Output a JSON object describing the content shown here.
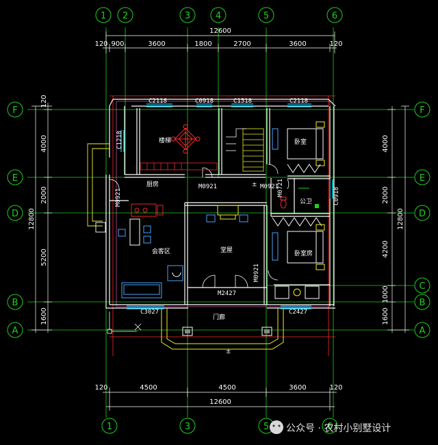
{
  "colors": {
    "background": "#000000",
    "axis_line": "#1fd11f",
    "dimension": "#ffffff",
    "wall": "#ffffff",
    "window": "#00d8ff",
    "opening": "#f2ef2e",
    "furniture": "#4aa3ff",
    "stair": "#f2ef2e",
    "red_line": "#ff2a2a",
    "pink": "#ff66cc",
    "room_text": "#ffffff"
  },
  "axes": {
    "vertical": [
      "1",
      "2",
      "3",
      "4",
      "5",
      "6"
    ],
    "vertical_bottom": [
      "1",
      "3",
      "5",
      "6"
    ],
    "horizontal": [
      "F",
      "E",
      "D",
      "C",
      "B",
      "A"
    ],
    "horizontal_left": [
      "F",
      "E",
      "D",
      "B",
      "A"
    ]
  },
  "dimensions": {
    "top_total": "12600",
    "top_segments": [
      "120",
      "900",
      "3600",
      "1800",
      "2700",
      "3600",
      "120"
    ],
    "bottom_segments": [
      "120",
      "4500",
      "4500",
      "3600",
      "120"
    ],
    "bottom_total": "12600",
    "left_total": "12800",
    "left_segments": [
      "120",
      "4000",
      "2000",
      "5200",
      "1600"
    ],
    "right_total": "12800",
    "right_segments": [
      "4000",
      "2000",
      "4200",
      "1000",
      "1600"
    ]
  },
  "rooms": {
    "stair_room": "楼梯",
    "dining": "厨房",
    "bedroom_top": "卧室",
    "bathroom": "公卫",
    "bedroom_main": "卧室房",
    "hall": "堂屋",
    "guest": "会客区",
    "porch": "门廊"
  },
  "openings": {
    "c2118_left": "C2118",
    "c0918": "C0918",
    "c1518": "C1518",
    "c2118_right": "C2118",
    "c1218": "C1218",
    "m0921_a": "M0921",
    "m0921_b": "M0921",
    "m0921_c": "M0921",
    "m0921_d": "M0921",
    "m0721": "M0721",
    "c0918_right": "C0918",
    "m2427": "M2427",
    "c3027": "C3027",
    "c2427": "C2427"
  },
  "level_marks": {
    "mark": "±"
  },
  "watermark": "公众号 · 农村小别墅设计"
}
